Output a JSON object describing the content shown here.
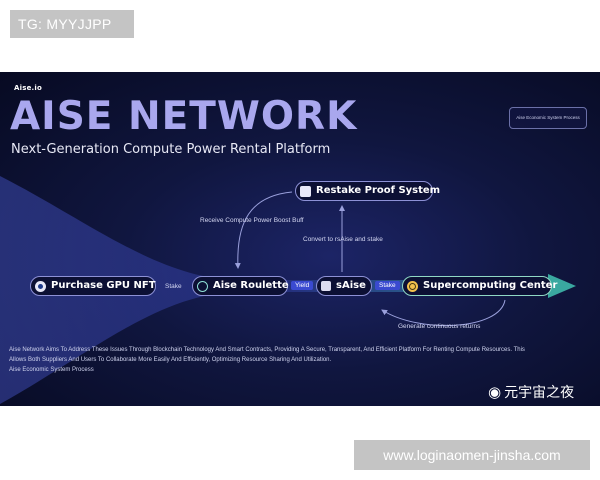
{
  "tag": "TG: MYYJJPP",
  "footer": "www.loginaomen-jinsha.com",
  "banner": {
    "logo": "Aise.io",
    "title": "AISE NETWORK",
    "subtitle": "Next-Generation Compute Power Rental Platform",
    "corner_badge": "Aise Economic System Process",
    "nodes": {
      "purchase": "Purchase GPU NFT",
      "roulette": "Aise Roulette",
      "saise": "sAise",
      "super": "Supercomputing Center",
      "restake": "Restake Proof System"
    },
    "edges": {
      "stake1": "Stake",
      "yield": "Yield",
      "stake2": "Stake",
      "boost": "Receive Compute Power Boost Buff",
      "convert": "Convert to rsAise and stake",
      "returns": "Generate continuous returns"
    },
    "description_line1": "Aise Network Aims To Address These Issues Through Blockchain Technology And Smart Contracts, Providing A Secure, Transparent, And Efficient Platform For Renting Compute Resources. This",
    "description_line2": "Allows Both Suppliers And Users To Collaborate More Easily And Efficiently, Optimizing Resource Sharing And Utilization.",
    "description_line3": "Aise Economic System Process"
  },
  "watermark": "元宇宙之夜",
  "colors": {
    "title": "#a9a7ee",
    "accent": "#3a4ad0",
    "arrow": "#3aa8a0",
    "background": "#10163f"
  },
  "icons": {
    "purchase": "coin-icon",
    "roulette": "roulette-icon",
    "saise": "token-icon",
    "super": "globe-icon",
    "restake": "shield-icon",
    "watermark": "weibo-icon"
  }
}
